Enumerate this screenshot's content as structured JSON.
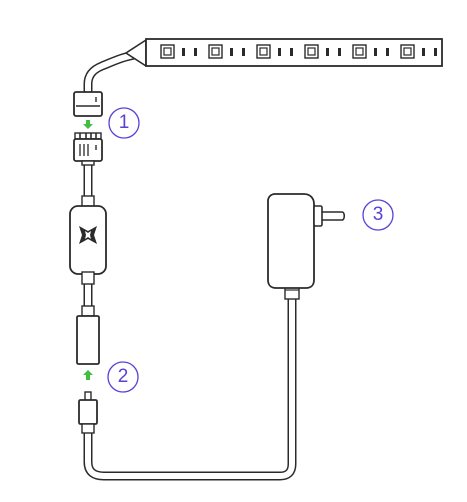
{
  "diagram": {
    "steps": [
      {
        "number": "1"
      },
      {
        "number": "2"
      },
      {
        "number": "3"
      }
    ],
    "colors": {
      "outline": "#2b2b2b",
      "cable": "#ffffff",
      "arrow": "#3fbe3f",
      "step_badge": "#5b3fd8"
    },
    "icons": {
      "controller_logo": "bowtie-logo-icon",
      "connect_arrow": "arrow-down-icon",
      "plug": "wall-plug-icon"
    }
  }
}
